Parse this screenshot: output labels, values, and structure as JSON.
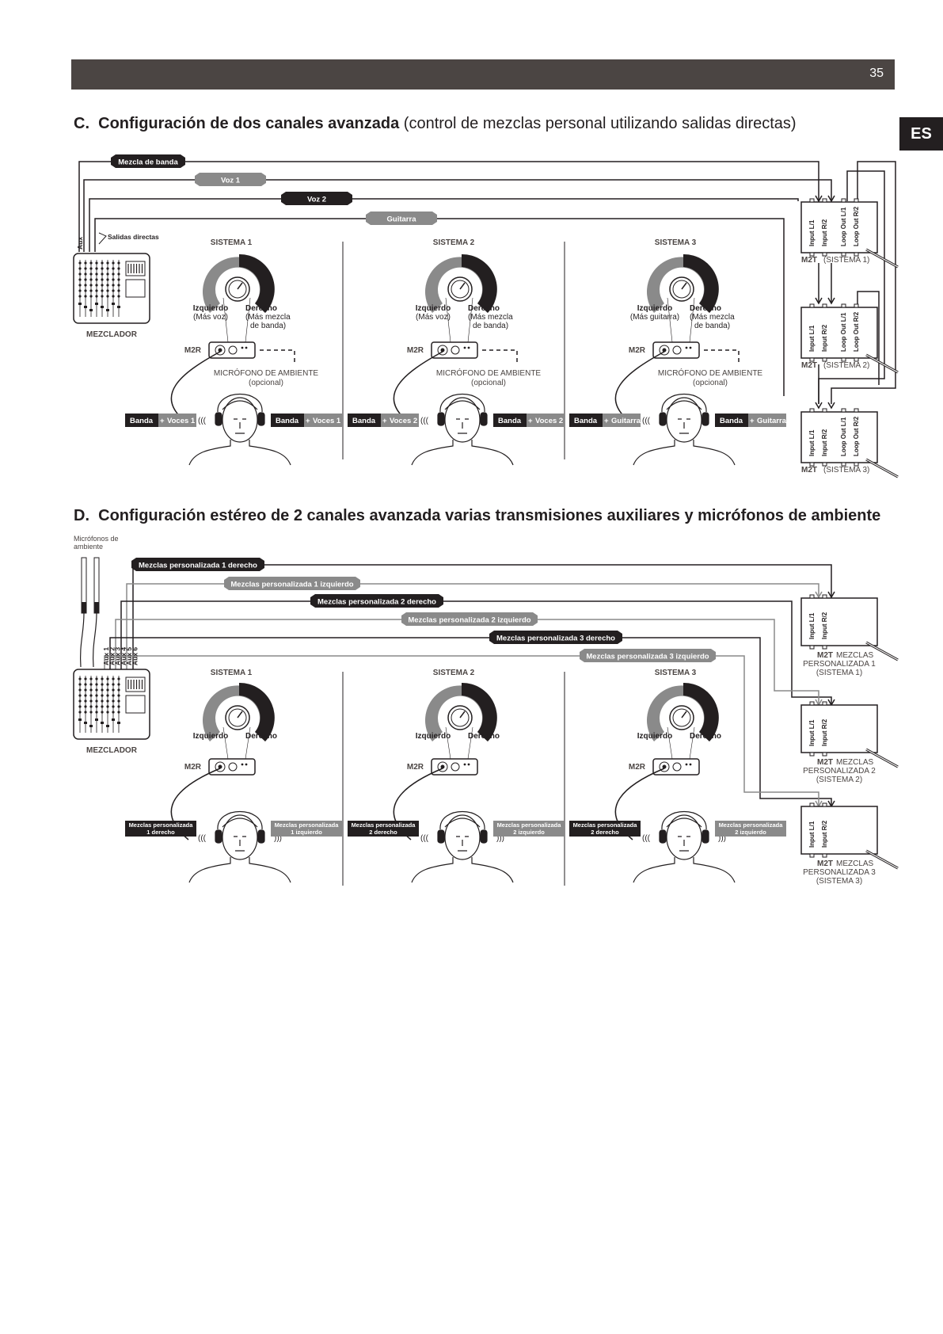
{
  "page": {
    "number": "35",
    "lang_tab": "ES"
  },
  "sectionC": {
    "prefix": "C.",
    "title_bold": "Configuración de dos canales avanzada",
    "title_rest": " (control de mezclas personal utilizando salidas directas)",
    "bus_labels": [
      "Mezcla de banda",
      "Voz 1",
      "Voz 2",
      "Guitarra"
    ],
    "aux": "Aux",
    "direct_outs": "Salidas directas",
    "mixer": "MEZCLADOR",
    "systems": [
      {
        "name": "SISTEMA 1",
        "left": "Izquierdo",
        "left_sub": "(Más voz)",
        "right": "Derecho",
        "right_sub1": "(Más mezcla",
        "right_sub2": "de banda)",
        "mic": "MICRÓFONO DE AMBIENTE",
        "mic_sub": "(opcional)",
        "tag_l1": "Banda",
        "tag_l2": "Voces 1",
        "tag_r1": "Banda",
        "tag_r2": "Voces 1"
      },
      {
        "name": "SISTEMA 2",
        "left": "Izquierdo",
        "left_sub": "(Más voz)",
        "right": "Derecho",
        "right_sub1": "(Más mezcla",
        "right_sub2": "de banda)",
        "mic": "MICRÓFONO DE AMBIENTE",
        "mic_sub": "(opcional)",
        "tag_l1": "Banda",
        "tag_l2": "Voces 2",
        "tag_r1": "Banda",
        "tag_r2": "Voces 2"
      },
      {
        "name": "SISTEMA 3",
        "left": "Izquierdo",
        "left_sub": "(Más guitarra)",
        "right": "Derecho",
        "right_sub1": "(Más mezcla",
        "right_sub2": "de banda)",
        "mic": "MICRÓFONO DE AMBIENTE",
        "mic_sub": "(opcional)",
        "tag_l1": "Banda",
        "tag_l2": "Guitarra",
        "tag_r1": "Banda",
        "tag_r2": "Guitarra"
      }
    ],
    "receiver": "M2R",
    "plus": "+",
    "m2t_ports": [
      "Input L/1",
      "Input R/2",
      "Loop Out L/1",
      "Loop Out R/2"
    ],
    "m2t": "M2T",
    "m2t_labels": [
      "(SISTEMA 1)",
      "(SISTEMA 2)",
      "(SISTEMA 3)"
    ]
  },
  "sectionD": {
    "prefix": "D.",
    "title": "Configuración estéreo de 2 canales avanzada varias transmisiones auxiliares y micrófonos de ambiente",
    "ambient_mics": [
      "Micrófonos de",
      "ambiente"
    ],
    "bus_labels": [
      "Mezclas personalizada 1 derecho",
      "Mezclas personalizada 1 izquierdo",
      "Mezclas personalizada 2 derecho",
      "Mezclas personalizada 2 izquierdo",
      "Mezclas personalizada 3 derecho",
      "Mezclas personalizada 3 izquierdo"
    ],
    "aux_labels": [
      "Aux 1",
      "Aux 2",
      "Aux 3",
      "Aux 4",
      "Aux 5",
      "Aux 6"
    ],
    "mixer": "MEZCLADOR",
    "systems": [
      {
        "name": "SISTEMA 1",
        "left": "Izquierdo",
        "right": "Derecho",
        "tag_l": [
          "Mezclas personalizada",
          "1 derecho"
        ],
        "tag_r": [
          "Mezclas personalizada",
          "1 izquierdo"
        ]
      },
      {
        "name": "SISTEMA 2",
        "left": "Izquierdo",
        "right": "Derecho",
        "tag_l": [
          "Mezclas personalizada",
          "2 derecho"
        ],
        "tag_r": [
          "Mezclas personalizada",
          "2 izquierdo"
        ]
      },
      {
        "name": "SISTEMA 3",
        "left": "Izquierdo",
        "right": "Derecho",
        "tag_l": [
          "Mezclas personalizada",
          "2 derecho"
        ],
        "tag_r": [
          "Mezclas personalizada",
          "2 izquierdo"
        ]
      }
    ],
    "receiver": "M2R",
    "m2t_ports": [
      "Input L/1",
      "Input R/2"
    ],
    "m2t": "M2T",
    "m2t_labels": [
      [
        "MEZCLAS",
        "PERSONALIZADA 1",
        "(SISTEMA 1)"
      ],
      [
        "MEZCLAS",
        "PERSONALIZADA 2",
        "(SISTEMA 2)"
      ],
      [
        "MEZCLAS",
        "PERSONALIZADA 3",
        "(SISTEMA 3)"
      ]
    ]
  }
}
